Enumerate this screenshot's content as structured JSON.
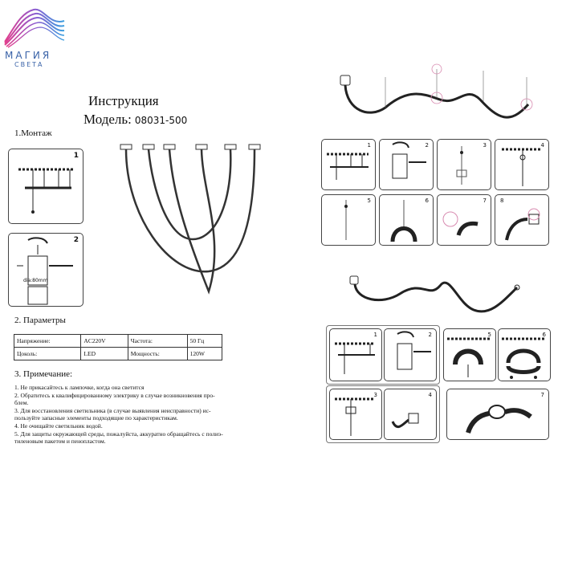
{
  "logo": {
    "line1": "МАГИЯ",
    "line2": "СВЕТА"
  },
  "title": "Инструкция",
  "model_label": "Модель:",
  "model_number": "08031-500",
  "sections": {
    "mount": "1.Монтаж",
    "params": "2. Параметры",
    "notes": "3. Примечание:"
  },
  "params_table": {
    "rows": [
      [
        "Напряжение:",
        "AC220V",
        "Частота:",
        "50 Гц"
      ],
      [
        "Цоколь:",
        "LED",
        "Мощность:",
        "120W"
      ]
    ]
  },
  "notes_lines": [
    "1. Не прикасайтесь к лампочке, когда она светится",
    "2. Обратитесь к квалифицированному электрику в случае возникновения про-",
    "блем.",
    "3. Для восстановления светильника (в случае выявления неисправности) ис-",
    "пользуйте запасные элементы подходящие по характеристикам.",
    "4. Не очищайте светильник водой.",
    "5. Для защиты окружающей среды, пожалуйста, аккуратно обращайтесь с полиэ-",
    "тиленовым пакетом и пенопластом."
  ],
  "step_numbers": {
    "left": [
      "1",
      "2"
    ],
    "grid_top": [
      "1",
      "2",
      "3",
      "4",
      "5",
      "6",
      "7",
      "8"
    ],
    "grid_bottom": [
      "1",
      "2",
      "5",
      "6",
      "3",
      "4",
      "7"
    ]
  },
  "dim_label": "dia:80mm"
}
